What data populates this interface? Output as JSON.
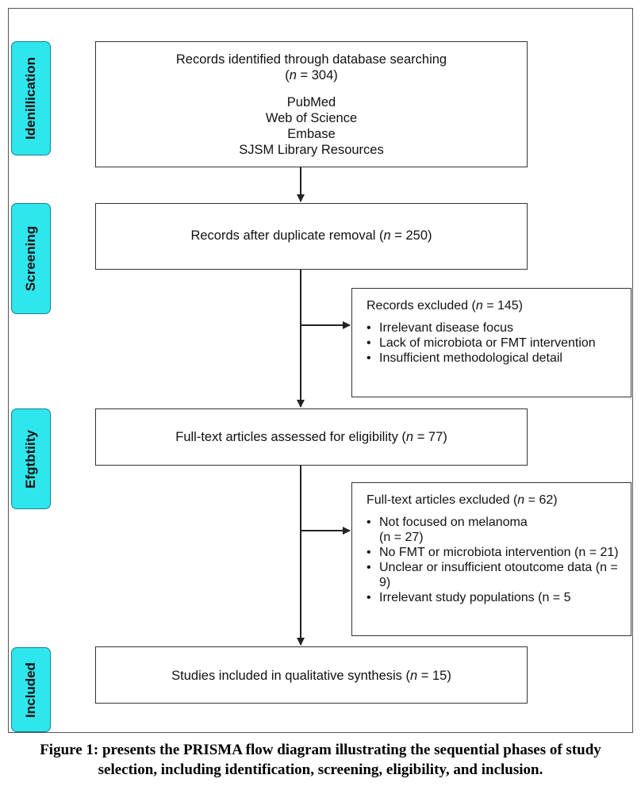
{
  "phases": {
    "identification": "Idenillication",
    "screening": "Screening",
    "eligibility": "Efgtbtiity",
    "included": "Included"
  },
  "identification_box": {
    "title": "Records identified through database searching",
    "count_prefix": "(",
    "n": "n",
    "count_value": " = 304)",
    "sources": [
      "PubMed",
      "Web of Science",
      "Embase",
      "SJSM Library Resources"
    ]
  },
  "screening_box": {
    "text": "Records after duplicate removal (",
    "n": "n",
    "value": " = 250)"
  },
  "records_excluded": {
    "title_prefix": "Records excluded (",
    "n": "n",
    "title_value": " = 145)",
    "items": [
      "Irrelevant disease focus",
      "Lack of microbiota or FMT intervention",
      "Insufficient methodological detail"
    ]
  },
  "eligibility_box": {
    "text": "Full-text articles assessed for eligibility (",
    "n": "n",
    "value": " = 77)"
  },
  "fulltext_excluded": {
    "title_prefix": "Full-text articles excluded (",
    "n": "n",
    "title_value": " = 62)",
    "items": [
      {
        "text": "Not focused on melanoma",
        "count": "(n = 27)"
      },
      {
        "text": "No FMT or microbiota intervention",
        "count": "(n = 21)"
      },
      {
        "text": "Unclear or insufficient otoutcome data",
        "count": "(n = 9)"
      },
      {
        "text": "Irrelevant study populations",
        "count": "(n = 5"
      }
    ]
  },
  "included_box": {
    "text": "Studies included in qualitative synthesis (",
    "n": "n",
    "value": " = 15)"
  },
  "caption": {
    "line1": "Figure 1: presents the PRISMA flow diagram illustrating the sequential phases of study",
    "line2": "selection, including identification, screening, eligibility, and inclusion."
  }
}
